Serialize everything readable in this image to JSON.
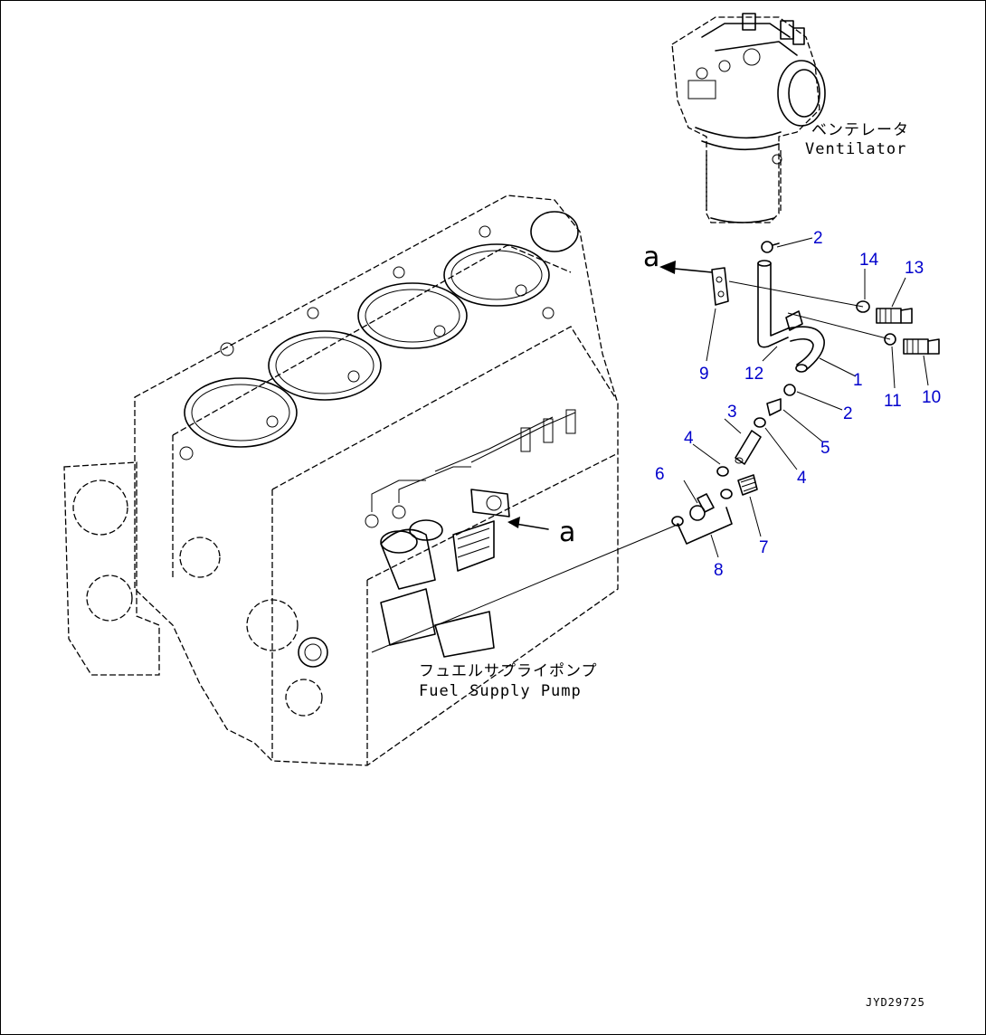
{
  "labels": {
    "ventilator_jp": "ベンテレータ",
    "ventilator_en": "Ventilator",
    "pump_jp": "フュエルサプライポンプ",
    "pump_en": "Fuel Supply Pump",
    "view_a_top": "a",
    "view_a_engine": "a",
    "drawing_number": "JYD29725"
  },
  "callouts": [
    "1",
    "2",
    "2",
    "3",
    "4",
    "4",
    "5",
    "6",
    "7",
    "8",
    "9",
    "10",
    "11",
    "12",
    "13",
    "14"
  ],
  "colors": {
    "callout": "#0000cc",
    "line": "#000000",
    "background": "#ffffff"
  }
}
